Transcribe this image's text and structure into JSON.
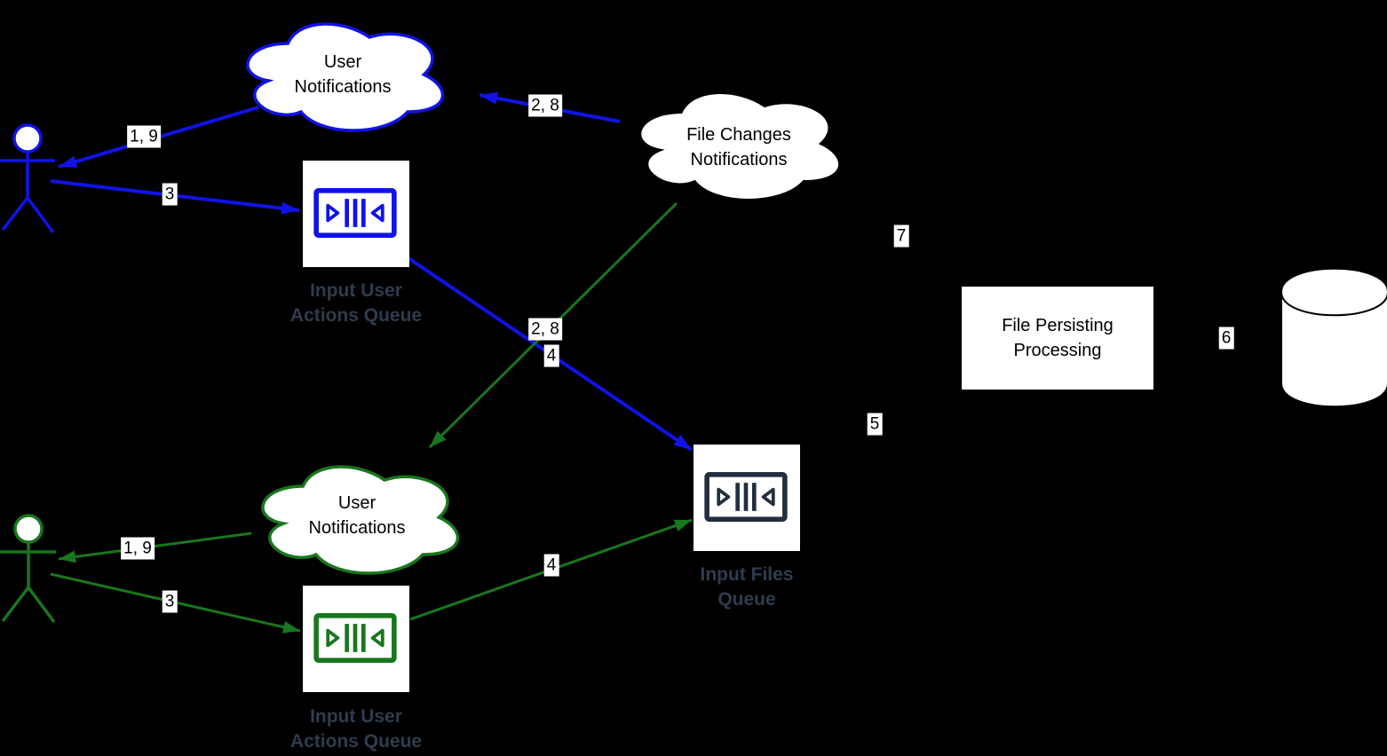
{
  "colors": {
    "background": "#000000",
    "blue": "#1013e8",
    "green": "#18771d",
    "queue_dark": "#232f3e",
    "queue_label": "#2e3c4d",
    "shape_fill": "#ffffff",
    "text": "#000000"
  },
  "clouds": {
    "user_notifications_top": {
      "line1": "User",
      "line2": "Notifications"
    },
    "file_changes": {
      "line1": "File Changes",
      "line2": "Notifications"
    },
    "user_notifications_bottom": {
      "line1": "User",
      "line2": "Notifications"
    }
  },
  "queues": {
    "input_user_actions_top": {
      "line1": "Input User",
      "line2": "Actions Queue"
    },
    "input_files": {
      "line1": "Input Files",
      "line2": "Queue"
    },
    "input_user_actions_bottom": {
      "line1": "Input User",
      "line2": "Actions Queue"
    }
  },
  "process": {
    "line1": "File Persisting",
    "line2": "Processing"
  },
  "edge_labels": {
    "blue_cloud_to_actor": "1, 9",
    "blue_actor_to_queue": "3",
    "filechanges_to_blue_cloud": "2, 8",
    "filechanges_to_green_cloud": "2, 8",
    "blue_queue_to_files": "4",
    "green_queue_to_files": "4",
    "files_to_processing": "5",
    "processing_to_db": "6",
    "processing_to_filechanges": "7",
    "green_cloud_to_actor": "1, 9",
    "green_actor_to_queue": "3"
  },
  "icons": {
    "actor_top": "stick-figure-icon",
    "actor_bottom": "stick-figure-icon",
    "queue": "message-queue-icon",
    "database": "database-cylinder-icon",
    "cloud": "cloud-shape"
  }
}
